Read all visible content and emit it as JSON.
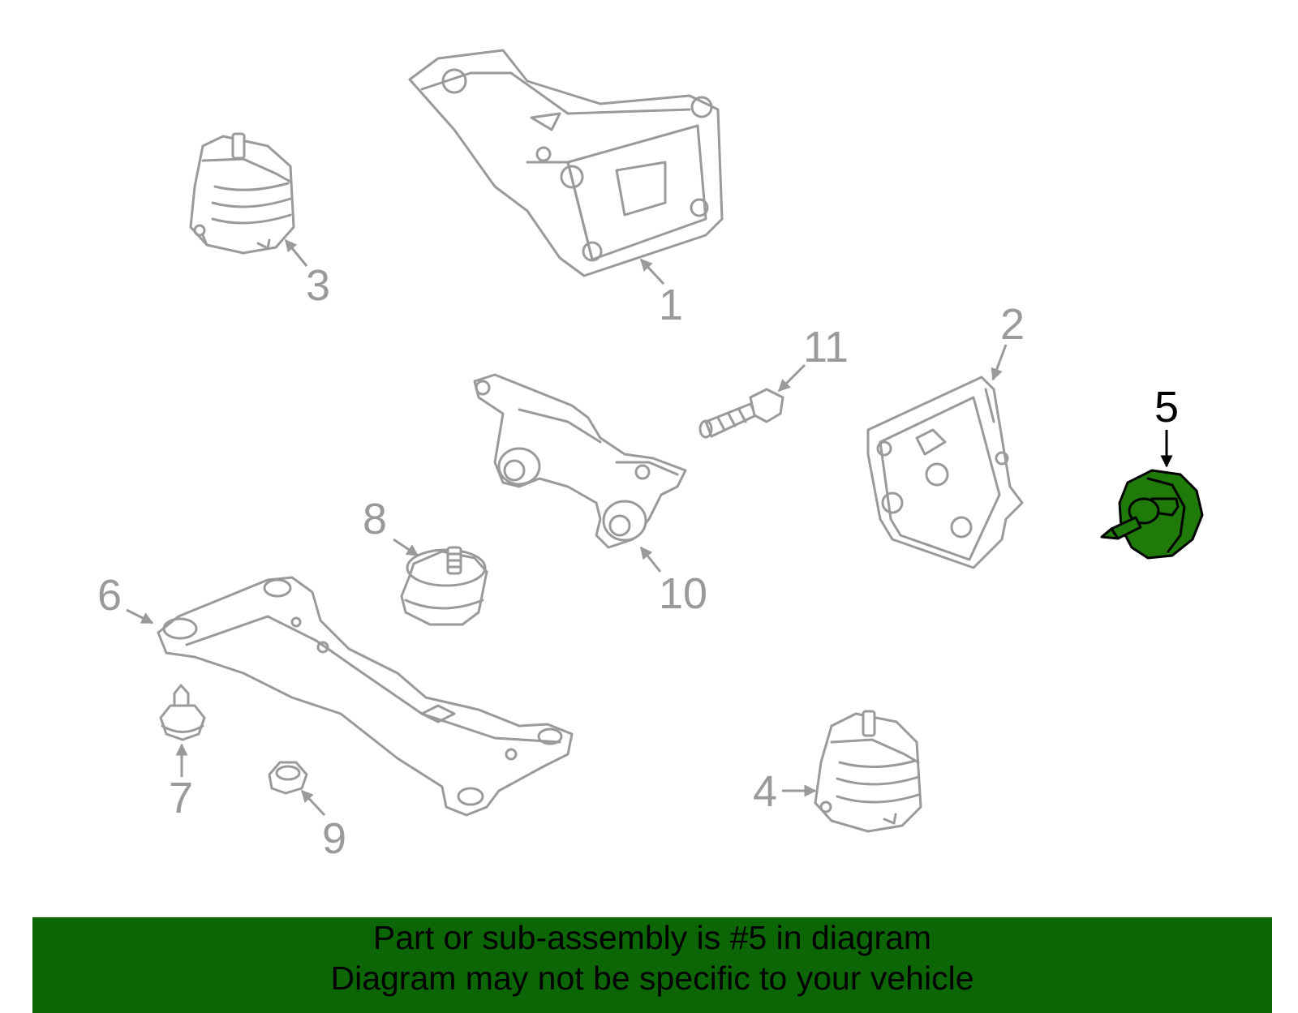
{
  "callouts": {
    "c1": "1",
    "c2": "2",
    "c3": "3",
    "c4": "4",
    "c5": "5",
    "c6": "6",
    "c7": "7",
    "c8": "8",
    "c9": "9",
    "c10": "10",
    "c11": "11"
  },
  "highlight": {
    "part_number": "5",
    "color": "#1f7a0a"
  },
  "banner": {
    "background": "#0c6606",
    "line1": "Part or sub-assembly is #5 in diagram",
    "line2": "Diagram may not be specific to your vehicle"
  }
}
